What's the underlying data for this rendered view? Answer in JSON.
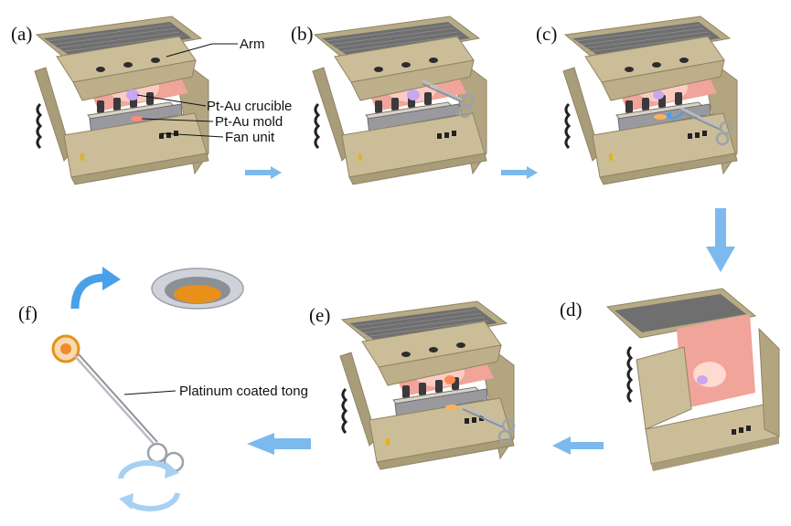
{
  "panels": {
    "a": "(a)",
    "b": "(b)",
    "c": "(c)",
    "d": "(d)",
    "e": "(e)",
    "f": "(f)"
  },
  "callouts": {
    "arm": "Arm",
    "crucible": "Pt-Au crucible",
    "mold": "Pt-Au mold",
    "fan": "Fan unit",
    "tong": "Platinum coated tong"
  },
  "colors": {
    "body": "#cbbd98",
    "body_dark": "#a99c78",
    "body_edge": "#8f8466",
    "grille": "#6f6f70",
    "glow": "#f0a49a",
    "arrow": "#7cb9ee",
    "metal": "#c8ccd2",
    "melt": "#e8901a"
  },
  "icons": [
    "fusion-machine-icon",
    "tong-icon",
    "mold-icon",
    "flow-arrow-icon",
    "rotation-icon"
  ]
}
